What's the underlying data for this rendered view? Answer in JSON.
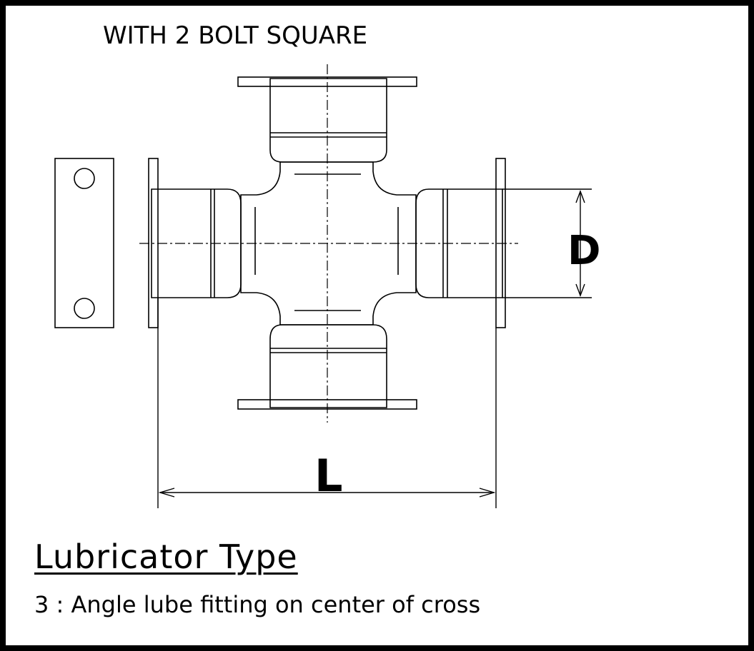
{
  "heading": "WITH 2 BOLT SQUARE",
  "dimensions": {
    "diameter": "D",
    "length": "L"
  },
  "lubricator": {
    "title": "Lubricator  Type",
    "description": "3 : Angle lube fitting on center of cross"
  },
  "colors": {
    "background": "#ffffff",
    "frame": "#000000",
    "line": "#000000"
  }
}
